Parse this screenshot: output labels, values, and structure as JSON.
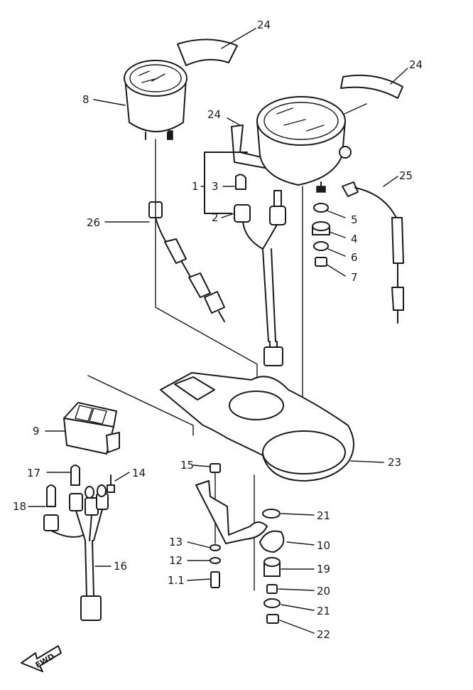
{
  "labels": {
    "l24a": "24",
    "l24b": "24",
    "l24c": "24",
    "l8": "8",
    "l1": "1",
    "l3": "3",
    "l2": "2",
    "l25": "25",
    "l5": "5",
    "l4": "4",
    "l6": "6",
    "l7": "7",
    "l26": "26",
    "l9": "9",
    "l23": "23",
    "l17": "17",
    "l14": "14",
    "l18": "18",
    "l15": "15",
    "l21a": "21",
    "l10": "10",
    "l13": "13",
    "l12": "12",
    "l11": "1.1",
    "l19": "19",
    "l20": "20",
    "l21b": "21",
    "l22": "22",
    "l16": "16",
    "fwd": "FWD"
  }
}
